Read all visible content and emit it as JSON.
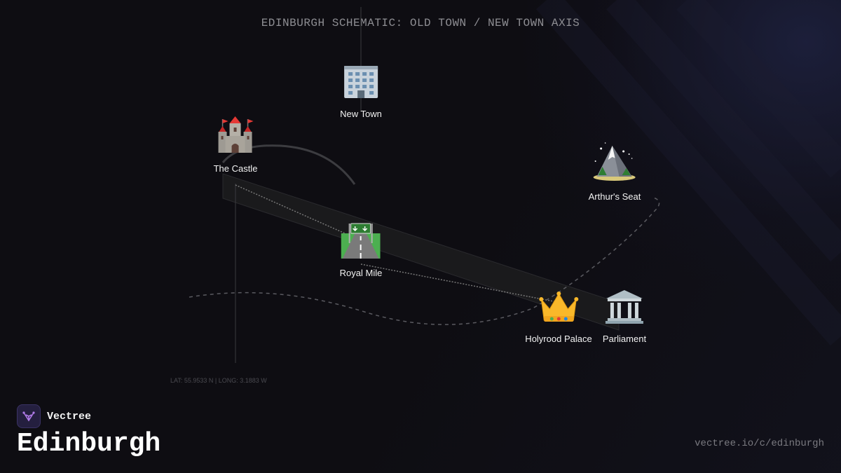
{
  "header": {
    "title": "EDINBURGH SCHEMATIC: OLD TOWN / NEW TOWN AXIS"
  },
  "landmarks": {
    "new_town": {
      "label": "New Town",
      "icon": "office-building-icon"
    },
    "castle": {
      "label": "The Castle",
      "icon": "castle-icon"
    },
    "arthurs_seat": {
      "label": "Arthur's Seat",
      "icon": "mountain-icon"
    },
    "royal_mile": {
      "label": "Royal Mile",
      "icon": "motorway-icon"
    },
    "holyrood": {
      "label": "Holyrood Palace",
      "icon": "crown-icon"
    },
    "parliament": {
      "label": "Parliament",
      "icon": "classical-building-icon"
    }
  },
  "coords_readout": "LAT: 55.9533 N | LONG: 3.1883 W",
  "footer": {
    "brand": "Vectree",
    "city": "Edinburgh",
    "url": "vectree.io/c/edinburgh"
  },
  "colors": {
    "background": "#0e0d12",
    "brand_logo": "#241f3f",
    "brand_accent": "#b07be8"
  }
}
